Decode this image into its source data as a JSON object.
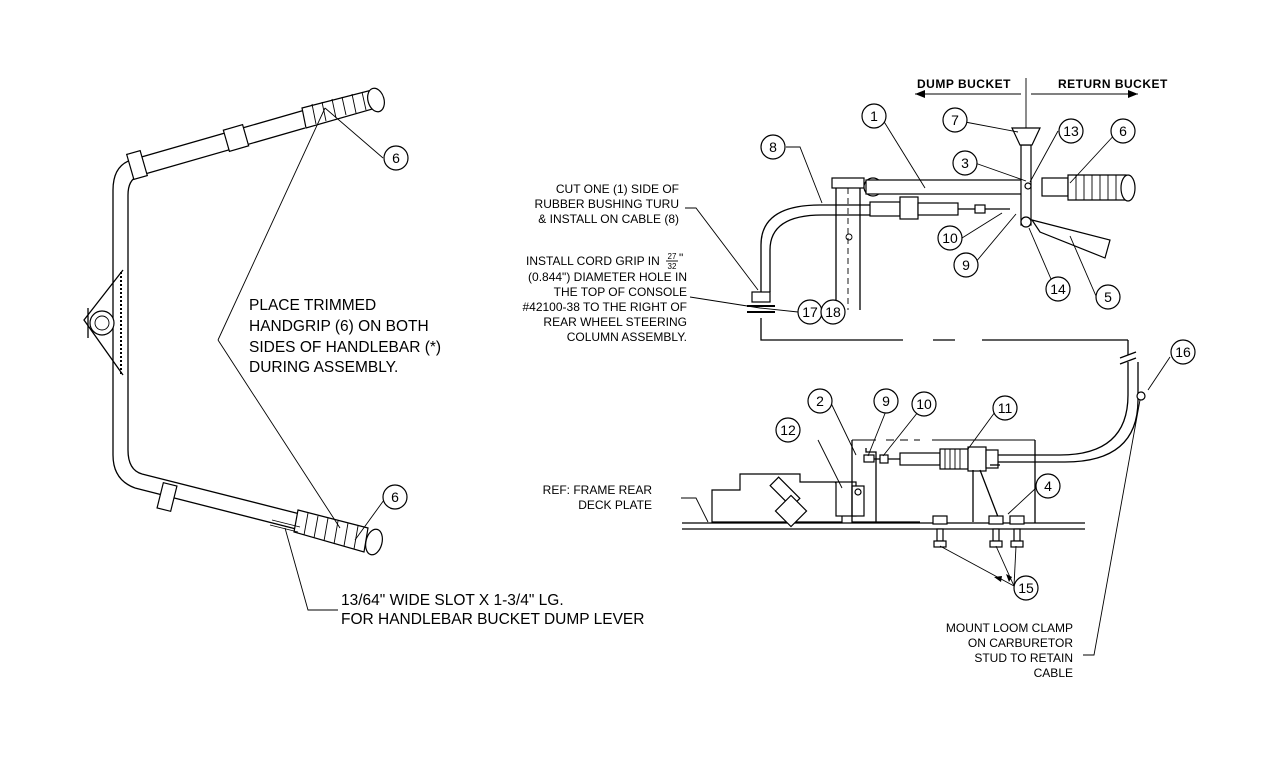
{
  "header": {
    "dump_bucket": "DUMP  BUCKET",
    "return_bucket": "RETURN  BUCKET"
  },
  "notes": {
    "trimmed_handgrip": [
      "PLACE TRIMMED",
      "HANDGRIP (6) ON BOTH",
      "SIDES OF HANDLEBAR (*)",
      "DURING ASSEMBLY."
    ],
    "slot": [
      "13/64\" WIDE SLOT X 1-3/4\" LG.",
      "FOR HANDLEBAR BUCKET DUMP LEVER"
    ],
    "rubber_bushing": [
      "CUT ONE (1) SIDE OF",
      "RUBBER BUSHING TURU",
      "& INSTALL ON CABLE (8)"
    ],
    "cord_grip": {
      "line1_prefix": "INSTALL CORD GRIP IN ",
      "frac_num": "27",
      "frac_den": "32",
      "frac_suffix": "\"",
      "lines": [
        "(0.844\") DIAMETER HOLE IN",
        "THE TOP OF CONSOLE",
        "#42100-38 TO THE RIGHT OF",
        "REAR WHEEL STEERING",
        "COLUMN ASSEMBLY."
      ]
    },
    "frame_ref": [
      "REF: FRAME REAR",
      "DECK PLATE"
    ],
    "loom_clamp": [
      "MOUNT LOOM CLAMP",
      "ON CARBURETOR",
      "STUD TO RETAIN",
      "CABLE"
    ]
  },
  "bubbles": {
    "b1": "1",
    "b2": "2",
    "b3": "3",
    "b4": "4",
    "b5": "5",
    "b6a": "6",
    "b6b": "6",
    "b6c": "6",
    "b7": "7",
    "b8": "8",
    "b9a": "9",
    "b9b": "9",
    "b10a": "10",
    "b10b": "10",
    "b11": "11",
    "b12": "12",
    "b13": "13",
    "b14": "14",
    "b15": "15",
    "b16": "16",
    "b17": "17",
    "b18": "18"
  }
}
